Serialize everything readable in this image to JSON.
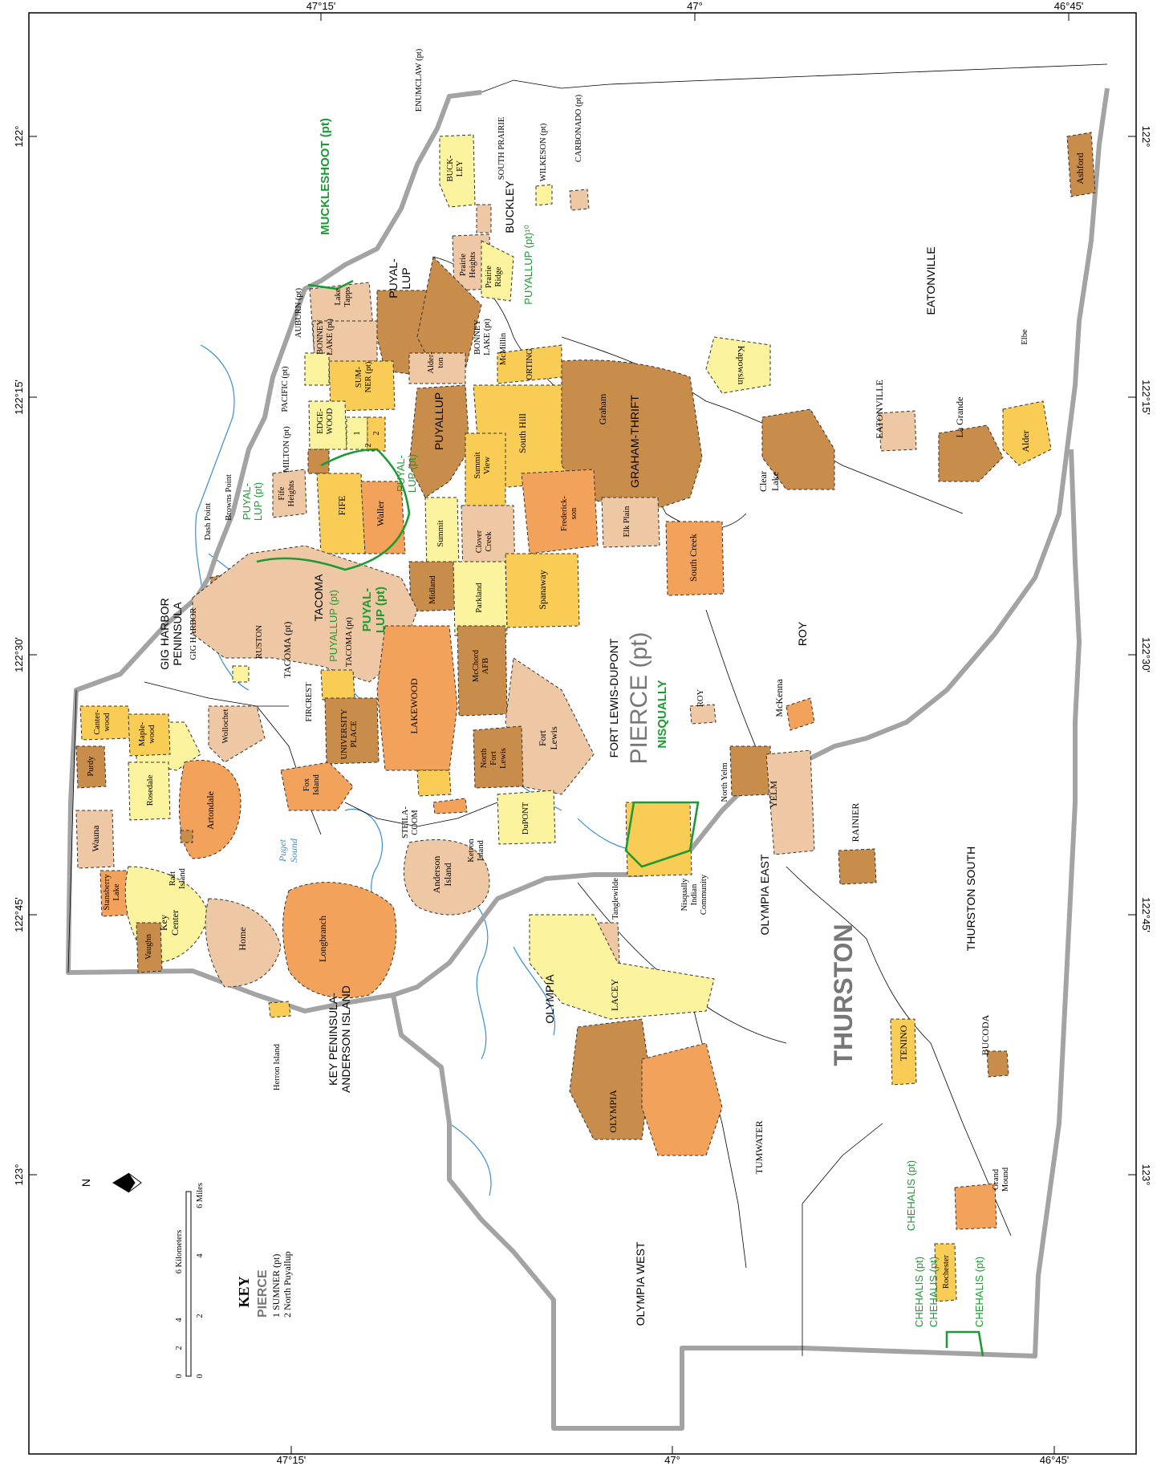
{
  "colors": {
    "dark": "#c98d4b",
    "orange": "#f2a25a",
    "gold": "#f8cc55",
    "pale": "#fbf39d",
    "tan": "#eec7a4",
    "boundary": "#a3a3a3",
    "tribal": "#1e9a34",
    "water": "#3a8ed2",
    "reservation_fill": "#dedede"
  },
  "graticule": {
    "top": [
      "47°15'",
      "47°",
      "46°45'"
    ],
    "bottom": [
      "47°15'",
      "47°",
      "46°45'"
    ],
    "left": [
      "122°",
      "122°15'",
      "122°30'",
      "122°45'",
      "123°"
    ],
    "right": [
      "122°",
      "122°15'",
      "122°30'",
      "122°45'",
      "123°"
    ]
  },
  "counties": {
    "pierce": "PIERCE (pt)",
    "thurston": "THURSTON"
  },
  "ccds": {
    "fort_lewis_dupont": "FORT LEWIS-DUPONT",
    "gig_harbor_peninsula": [
      "GIG HARBOR",
      "PENINSULA"
    ],
    "key_peninsula": [
      "KEY PENINSULA-",
      "ANDERSON ISLAND"
    ],
    "tacoma": "TACOMA",
    "puyallup": "PUYALLUP",
    "puyallup_north": [
      "PUYAL-",
      "LUP"
    ],
    "buckley": "BUCKLEY",
    "eatonville": "EATONVILLE",
    "graham_thrift": "GRAHAM-THRIFT",
    "roy": "ROY",
    "olympia": "OLYMPIA",
    "olympia_east": "OLYMPIA EAST",
    "olympia_west": "OLYMPIA WEST",
    "thurston_south": "THURSTON SOUTH"
  },
  "tribal": {
    "muckleshoot": "MUCKLESHOOT (pt)",
    "nisqually": "NISQUALLY",
    "puyallup_big": [
      "PUYAL-",
      "LUP (pt)"
    ],
    "puyallup_small_1": [
      "PUYAL-",
      "LUP (pt)"
    ],
    "puyallup_small_2": [
      "PUYAL-",
      "LUP (pt)"
    ],
    "puyallup_pt_tacoma": "PUYALLUP (pt)",
    "puyallup_pt_buckley": "PUYALLUP (pt)¹⁰",
    "chehalis_1": "CHEHALIS (pt)",
    "chehalis_2": "CHEHALIS (pt)",
    "chehalis_3": "CHEHALIS (pt)",
    "chehalis_4": "CHEHALIS (pt)"
  },
  "places": {
    "enumclaw": "ENUMCLAW (pt)",
    "carbonado": "CARBONADO (pt)",
    "wilkeson": "WILKESON (pt)",
    "south_prairie": "SOUTH PRAIRIE",
    "buckley_city": [
      "BUCK-",
      "LEY"
    ],
    "prairie_heights": [
      "Prairie",
      "Heights"
    ],
    "prairie_ridge": [
      "Prairie",
      "Ridge"
    ],
    "lake_tapps": [
      "Lake",
      "Tapps"
    ],
    "auburn": "AUBURN (pt)",
    "bonney_lake_1": [
      "BONNEY",
      "LAKE (pt)"
    ],
    "bonney_lake_2": [
      "BONNEY",
      "LAKE (pt)"
    ],
    "mcmillin": "McMillin",
    "alderton": [
      "Alder-",
      "ton"
    ],
    "orting": "ORTING",
    "pacific": "PACIFIC (pt)",
    "sumner": [
      "SUM-",
      "NER (pt)"
    ],
    "edgewood": [
      "EDGE-",
      "WOOD"
    ],
    "milton": "MILTON (pt)",
    "browns_point": "Browns Point",
    "dash_point": "Dash Point",
    "fife_heights": [
      "Fife",
      "Heights"
    ],
    "fife": "FIFE",
    "waller": "Waller",
    "summit_view": [
      "Summit",
      "View"
    ],
    "south_hill": "South Hill",
    "graham": "Graham",
    "summit": "Summit",
    "clover_creek": [
      "Clover",
      "Creek"
    ],
    "frederickson": [
      "Frederick-",
      "son"
    ],
    "elk_plain": "Elk Plain",
    "midland": "Midland",
    "parkland": "Parkland",
    "spanaway": "Spanaway",
    "south_creek": "South Creek",
    "tacoma_city_1": "TACOMA (pt)",
    "tacoma_city_2": "TACOMA (pt)",
    "ruston": "RUSTON",
    "fircrest": "FIRCREST",
    "university_place": [
      "UNIVERSITY",
      "PLACE"
    ],
    "lakewood": "LAKEWOOD",
    "mcchord": [
      "McChord",
      "AFB"
    ],
    "fort_lewis": [
      "Fort",
      "Lewis"
    ],
    "north_fort_lewis": [
      "North",
      "Fort",
      "Lewis"
    ],
    "dupont": "DuPONT",
    "steilacoom": [
      "STEILA-",
      "COOM"
    ],
    "ketron": [
      "Ketron",
      "Island"
    ],
    "anderson": [
      "Anderson",
      "Island"
    ],
    "gig_harbor_city": "GIG HARBOR",
    "canterwood": [
      "Canter-",
      "wood"
    ],
    "maplewood": [
      "Maple-",
      "wood"
    ],
    "wollochet": "Wollochet",
    "purdy": "Purdy",
    "rosedale": "Rosedale",
    "artondale": "Artondale",
    "fox_island": [
      "Fox",
      "Island"
    ],
    "wauna": "Wauna",
    "raft_island": [
      "Raft",
      "Island"
    ],
    "stansberry": [
      "Stansberry",
      "Lake"
    ],
    "key_center": [
      "Key",
      "Center"
    ],
    "vaughn": "Vaughn",
    "home": "Home",
    "longbranch": "Longbranch",
    "herron": "Herron Island",
    "puget_sound": [
      "Puget",
      "Sound"
    ],
    "kapowsin": "Kapowsin",
    "clear_lake": [
      "Clear",
      "Lake"
    ],
    "eatonville_town": "EATONVILLE",
    "la_grande": "La Grande",
    "alder": "Alder",
    "elbe": "Elbe",
    "ashford": "Ashford",
    "roy_city": "ROY",
    "mckenna": "McKenna",
    "north_yelm": "North Yelm",
    "yelm": "YELM",
    "rainier": "RAINIER",
    "nisqually_community": [
      "Nisqually",
      "Indian",
      "Community"
    ],
    "tanglewilde": "Tanglewilde",
    "lacey": "LACEY",
    "olympia_city": "OLYMPIA",
    "tumwater": "TUMWATER",
    "tenino": "TENINO",
    "bucoda": "BUCODA",
    "grand_mound": [
      "Grand",
      "Mound"
    ],
    "rochester": "Rochester"
  },
  "key": {
    "title": "KEY",
    "county": "PIERCE",
    "items": [
      "1  SUMNER (pt)",
      "2  North Puyallup"
    ],
    "item_numbers": [
      "1",
      "2",
      "2"
    ]
  },
  "scale": {
    "km_ticks": [
      "0",
      "2",
      "4",
      "6 Kilometers"
    ],
    "mi_ticks": [
      "0",
      "2",
      "4",
      "6 Miles"
    ]
  },
  "north": "N"
}
